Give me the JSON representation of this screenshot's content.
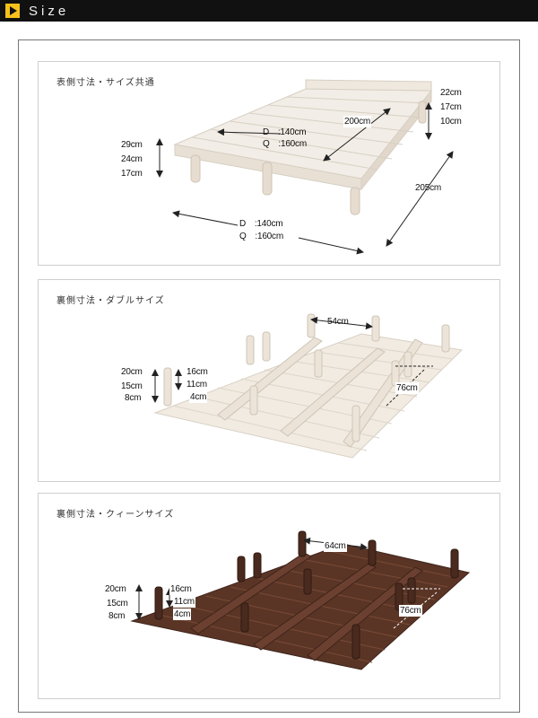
{
  "header": {
    "title": "Size"
  },
  "sections": [
    {
      "heading": "表側寸法・サイズ共通",
      "labels": {
        "inner_d": "D　:140cm",
        "inner_q": "Q　:160cm",
        "length": "200cm",
        "h_top_1": "22cm",
        "h_top_2": "17cm",
        "h_top_3": "10cm",
        "h_left_1": "29cm",
        "h_left_2": "24cm",
        "h_left_3": "17cm",
        "total_length": "205cm",
        "outer_d": "D　:140cm",
        "outer_q": "Q　:160cm"
      }
    },
    {
      "heading": "裏側寸法・ダブルサイズ",
      "labels": {
        "leg_span": "54cm",
        "h_1": "20cm",
        "h_2": "15cm",
        "h_3": "8cm",
        "leg_1": "16cm",
        "leg_2": "11cm",
        "leg_3": "4cm",
        "depth_span": "76cm"
      }
    },
    {
      "heading": "裏側寸法・クィーンサイズ",
      "labels": {
        "leg_span": "64cm",
        "h_1": "20cm",
        "h_2": "15cm",
        "h_3": "8cm",
        "leg_1": "16cm",
        "leg_2": "11cm",
        "leg_3": "4cm",
        "depth_span": "76cm"
      }
    }
  ],
  "colors": {
    "natural_wood": "#f1ebe2",
    "dark_wood": "#5a3526",
    "accent": "#f5c11a"
  }
}
